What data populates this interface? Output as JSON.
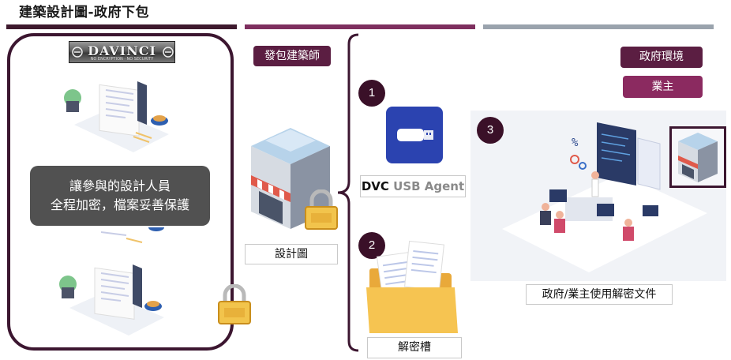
{
  "title": "建築設計圖-政府下包",
  "logo": {
    "name": "DAVINCI",
    "tagline": "NO ENCRYPTION · NO SECURITY"
  },
  "left_panel": {
    "message_line1": "讓參與的設計人員",
    "message_line2": "全程加密，檔案妥善保護"
  },
  "middle": {
    "pill": "發包建築師",
    "design_label": "設計圖"
  },
  "steps": {
    "step1": {
      "number": "1",
      "label_bold": "DVC",
      "label_grey": " USB Agent"
    },
    "step2": {
      "number": "2",
      "label": "解密槽"
    },
    "step3": {
      "number": "3"
    }
  },
  "right": {
    "pill_gov": "政府環境",
    "pill_owner": "業主",
    "caption": "政府/業主使用解密文件"
  },
  "colors": {
    "dark_plum": "#3c1630",
    "plum": "#5b1e42",
    "magenta": "#8b2a60",
    "grey_bar": "#9aa3ad",
    "usb_blue": "#2b43b0"
  }
}
